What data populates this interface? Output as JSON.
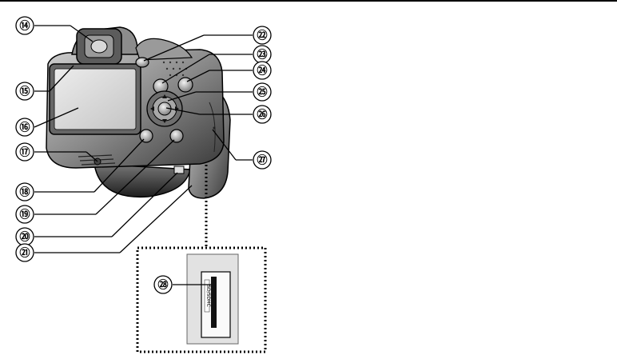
{
  "callouts": {
    "c14": "⑭",
    "c15": "⑮",
    "c16": "⑯",
    "c17": "⑰",
    "c18": "⑱",
    "c19": "⑲",
    "c20": "⑳",
    "c21": "㉑",
    "c22": "㉒",
    "c23": "㉓",
    "c24": "㉔",
    "c25": "㉕",
    "c26": "㉖",
    "c27": "㉗",
    "c28": "㉘"
  },
  "card_slot_label": "SD/SDHC",
  "colors": {
    "ink": "#000000",
    "camera_dark": "#555555",
    "camera_light": "#e6e6e6"
  }
}
